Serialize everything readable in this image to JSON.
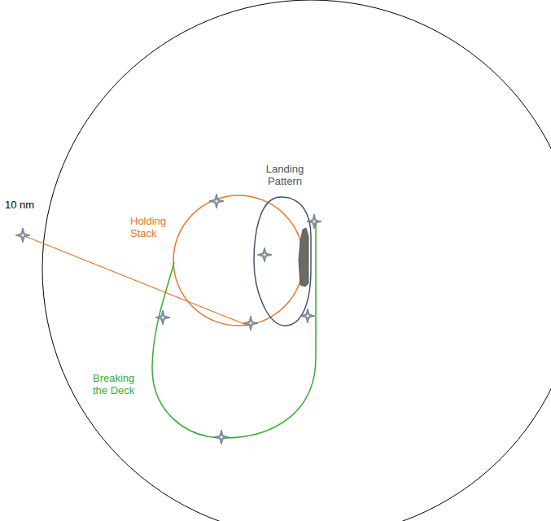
{
  "diagram": {
    "labels": [
      "10 nm",
      "Holding Stack",
      "Landing Pattern",
      "Breaking the Deck"
    ]
  }
}
